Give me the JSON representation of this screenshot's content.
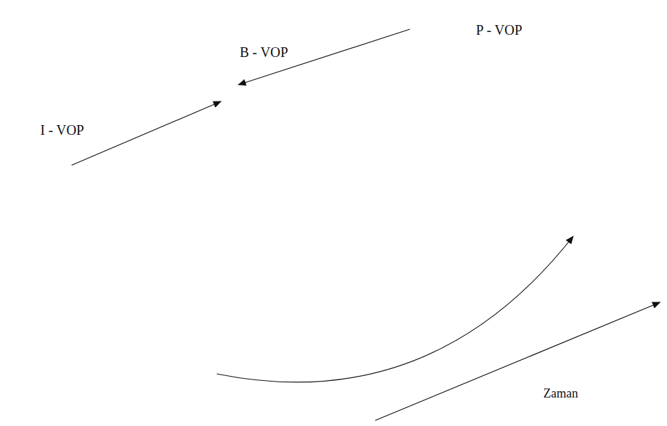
{
  "diagram": {
    "nodes": [
      {
        "text": [
          "I - VOP"
        ]
      },
      {
        "text": [
          "B - VOP"
        ]
      },
      {
        "text": [
          "P - VOP"
        ]
      }
    ],
    "edges": [
      {
        "from": 0,
        "to": 1,
        "arrow": "to"
      },
      {
        "from": 2,
        "to": 1,
        "arrow": "to"
      },
      {
        "from": 0,
        "to": 2,
        "arrow": "to"
      }
    ],
    "labels": [
      "Zaman"
    ]
  }
}
